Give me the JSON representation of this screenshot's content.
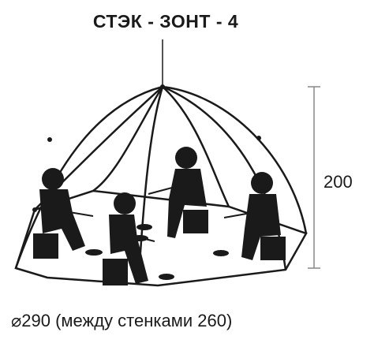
{
  "title": "СТЭК - ЗОНТ - 4",
  "dimensions": {
    "height": "200",
    "diameter": "⌀290 (между стенками 260)"
  },
  "colors": {
    "stroke": "#1a1a1a",
    "background": "#ffffff",
    "dimension_line": "#888888"
  }
}
